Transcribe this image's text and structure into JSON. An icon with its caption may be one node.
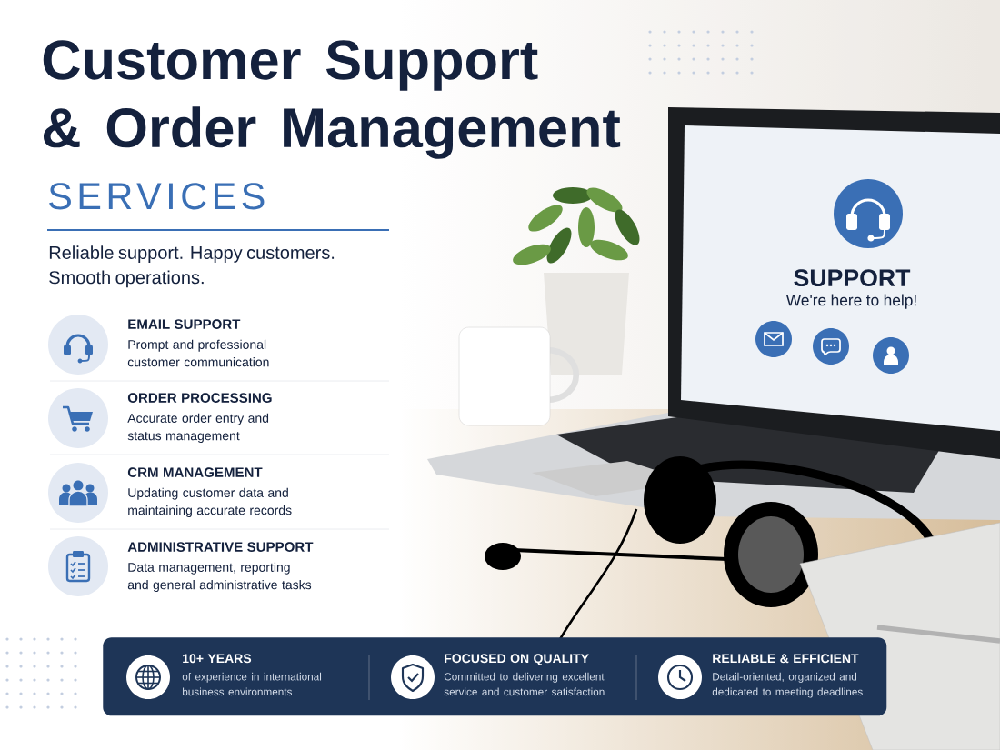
{
  "diagram": {
    "title": "Customer Support & Order Management",
    "nodes": [
      {
        "text": [
          "EMAIL SUPPORT",
          "Prompt and professional customer communication"
        ]
      },
      {
        "text": [
          "ORDER PROCESSING",
          "Accurate order entry and status management"
        ]
      },
      {
        "text": [
          "CRM MANAGEMENT",
          "Updating customer data and maintaining accurate records"
        ]
      },
      {
        "text": [
          "ADMINISTRATIVE SUPPORT",
          "Data management, reporting and general administrative tasks"
        ]
      },
      {
        "text": [],
        "shape": "box"
      },
      {
        "text": [
          "10+ YEARS",
          "of experience in international business environments"
        ],
        "in": 4
      },
      {
        "text": [
          "FOCUSED ON QUALITY",
          "Committed to delivering excellent service and customer satisfaction"
        ],
        "in": 4
      },
      {
        "text": [
          "RELIABLE & EFFICIENT",
          "Detail-oriented, organized and dedicated to meeting deadlines"
        ],
        "in": 4
      },
      {
        "text": [
          "SUPPORT",
          "We're here to help!"
        ]
      }
    ],
    "labels": [
      "SERVICES",
      "Reliable support. Happy customers. Smooth operations."
    ]
  }
}
